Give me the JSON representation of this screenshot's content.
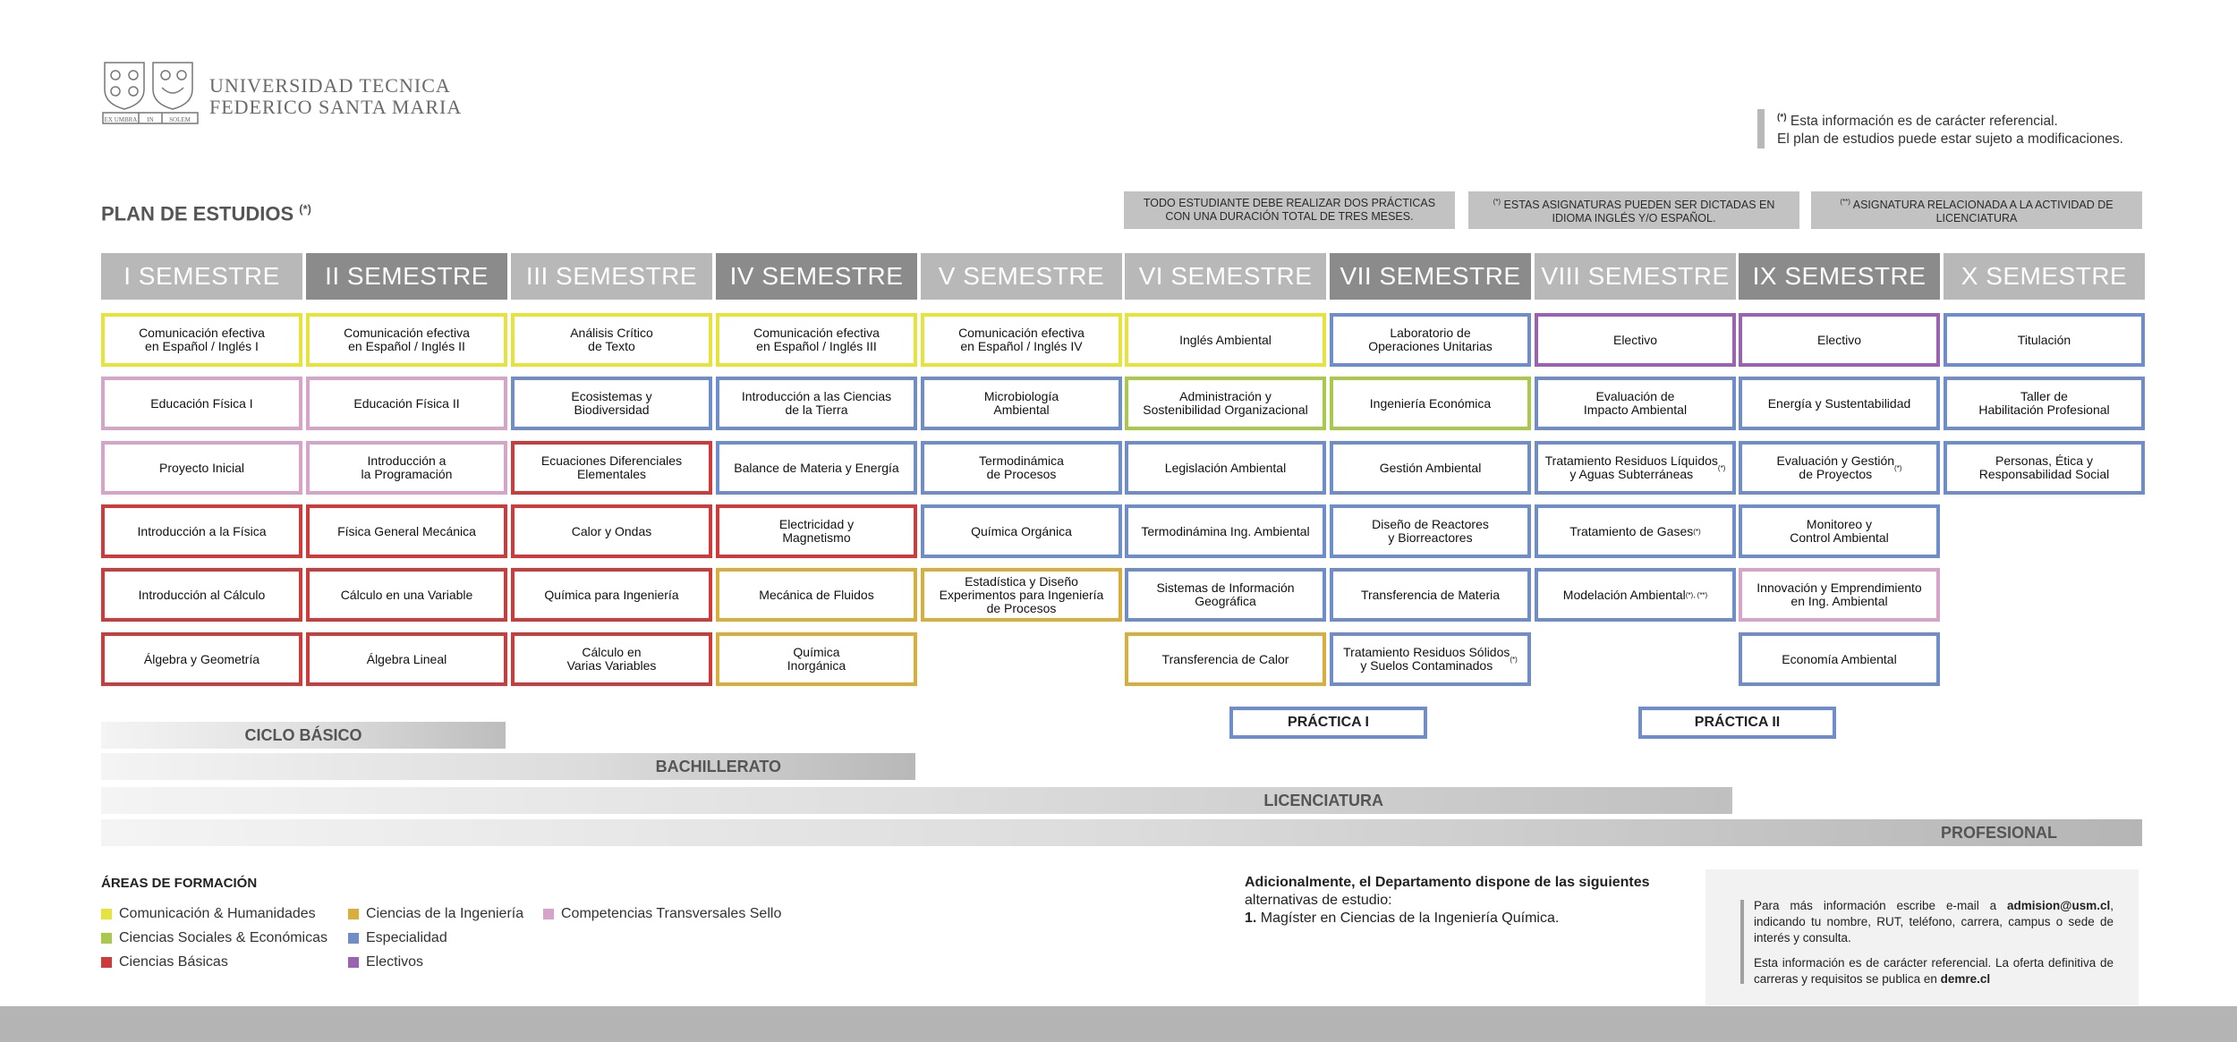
{
  "university": {
    "name_line1": "UNIVERSIDAD TECNICA",
    "name_line2": "FEDERICO SANTA MARIA",
    "logo_motto_left": "EX UMBRA",
    "logo_motto_center": "IN",
    "logo_motto_right": "SOLEM"
  },
  "disclaimer": {
    "mark": "(*)",
    "line1": "Esta información es de carácter referencial.",
    "line2": "El plan de estudios puede estar sujeto a modificaciones."
  },
  "plan_title": "PLAN DE ESTUDIOS",
  "plan_title_mark": "(*)",
  "notes": {
    "practices": "Todo estudiante debe realizar dos prácticas con una duración total de tres meses.",
    "language_mark": "(*)",
    "language": "Estas asignaturas pueden ser dictadas en idioma inglés y/o español.",
    "licentiate_mark": "(**)",
    "licentiate": "Asignatura relacionada a la actividad de licenciatura"
  },
  "semesters": [
    "I SEMESTRE",
    "II SEMESTRE",
    "III SEMESTRE",
    "IV SEMESTRE",
    "V SEMESTRE",
    "VI SEMESTRE",
    "VII SEMESTRE",
    "VIII SEMESTRE",
    "IX SEMESTRE",
    "X SEMESTRE"
  ],
  "courses": {
    "s1": [
      {
        "name": "Comunicación efectiva\nen Español / Inglés I",
        "area": "yellow"
      },
      {
        "name": "Educación Física I",
        "area": "pink"
      },
      {
        "name": "Proyecto Inicial",
        "area": "pink"
      },
      {
        "name": "Introducción a la Física",
        "area": "red"
      },
      {
        "name": "Introducción al Cálculo",
        "area": "red"
      },
      {
        "name": "Álgebra y Geometría",
        "area": "red"
      }
    ],
    "s2": [
      {
        "name": "Comunicación efectiva\nen Español / Inglés II",
        "area": "yellow"
      },
      {
        "name": "Educación Física II",
        "area": "pink"
      },
      {
        "name": "Introducción a\nla Programación",
        "area": "pink"
      },
      {
        "name": "Física General Mecánica",
        "area": "red"
      },
      {
        "name": "Cálculo en una Variable",
        "area": "red"
      },
      {
        "name": "Álgebra Lineal",
        "area": "red"
      }
    ],
    "s3": [
      {
        "name": "Análisis Crítico\nde Texto",
        "area": "yellow"
      },
      {
        "name": "Ecosistemas y\nBiodiversidad",
        "area": "blue"
      },
      {
        "name": "Ecuaciones Diferenciales\nElementales",
        "area": "red"
      },
      {
        "name": "Calor y Ondas",
        "area": "red"
      },
      {
        "name": "Química para Ingeniería",
        "area": "red"
      },
      {
        "name": "Cálculo en\nVarias Variables",
        "area": "red"
      }
    ],
    "s4": [
      {
        "name": "Comunicación efectiva\nen Español / Inglés III",
        "area": "yellow"
      },
      {
        "name": "Introducción a las Ciencias\nde la Tierra",
        "area": "blue"
      },
      {
        "name": "Balance de Materia y Energía",
        "area": "blue"
      },
      {
        "name": "Electricidad y\nMagnetismo",
        "area": "red"
      },
      {
        "name": "Mecánica de Fluidos",
        "area": "orange"
      },
      {
        "name": "Química\nInorgánica",
        "area": "orange"
      }
    ],
    "s5": [
      {
        "name": "Comunicación efectiva\nen Español / Inglés IV",
        "area": "yellow"
      },
      {
        "name": "Microbiología\nAmbiental",
        "area": "blue"
      },
      {
        "name": "Termodinámica\nde Procesos",
        "area": "blue"
      },
      {
        "name": "Química Orgánica",
        "area": "blue"
      },
      {
        "name": "Estadística y Diseño\nExperimentos para Ingeniería\nde Procesos",
        "area": "orange"
      }
    ],
    "s6": [
      {
        "name": "Inglés Ambiental",
        "area": "yellow"
      },
      {
        "name": "Administración y\nSostenibilidad Organizacional",
        "area": "green"
      },
      {
        "name": "Legislación Ambiental",
        "area": "blue"
      },
      {
        "name": "Termodinámina Ing. Ambiental",
        "area": "blue"
      },
      {
        "name": "Sistemas de Información\nGeográfica",
        "area": "blue"
      },
      {
        "name": "Transferencia de Calor",
        "area": "orange"
      }
    ],
    "s7": [
      {
        "name": "Laboratorio de\nOperaciones Unitarias",
        "area": "blue"
      },
      {
        "name": "Ingeniería Económica",
        "area": "green"
      },
      {
        "name": "Gestión Ambiental",
        "area": "blue"
      },
      {
        "name": "Diseño de Reactores\ny Biorreactores",
        "area": "blue"
      },
      {
        "name": "Transferencia de Materia",
        "area": "blue"
      },
      {
        "name": "Tratamiento Residuos Sólidos\ny Suelos Contaminados",
        "area": "blue",
        "mark": "(*)"
      }
    ],
    "s8": [
      {
        "name": "Electivo",
        "area": "purple"
      },
      {
        "name": "Evaluación de\nImpacto Ambiental",
        "area": "blue"
      },
      {
        "name": "Tratamiento Residuos Líquidos\ny Aguas Subterráneas",
        "area": "blue",
        "mark": "(*)"
      },
      {
        "name": "Tratamiento de Gases",
        "area": "blue",
        "mark": "(*)"
      },
      {
        "name": "Modelación Ambiental",
        "area": "blue",
        "mark": "(*), (**)"
      }
    ],
    "s9": [
      {
        "name": "Electivo",
        "area": "purple"
      },
      {
        "name": "Energía y Sustentabilidad",
        "area": "blue"
      },
      {
        "name": "Evaluación y Gestión\nde Proyectos",
        "area": "blue",
        "mark": "(*)"
      },
      {
        "name": "Monitoreo y\nControl Ambiental",
        "area": "blue"
      },
      {
        "name": "Innovación y Emprendimiento\nen Ing. Ambiental",
        "area": "pink"
      },
      {
        "name": "Economía Ambiental",
        "area": "blue"
      }
    ],
    "s10": [
      {
        "name": "Titulación",
        "area": "blue"
      },
      {
        "name": "Taller de\nHabilitación Profesional",
        "area": "blue"
      },
      {
        "name": "Personas, Ética y\nResponsabilidad Social",
        "area": "blue"
      }
    ]
  },
  "practices": [
    "PRÁCTICA I",
    "PRÁCTICA II"
  ],
  "cycles": {
    "basico": "CICLO BÁSICO",
    "bachillerato": "BACHILLERATO",
    "licenciatura": "LICENCIATURA",
    "profesional": "PROFESIONAL"
  },
  "areas": {
    "title": "ÁREAS DE FORMACIÓN",
    "items": [
      {
        "label": "Comunicación & Humanidades",
        "color": "#e5e33c"
      },
      {
        "label": "Ciencias Sociales & Económicas",
        "color": "#a9c94b"
      },
      {
        "label": "Ciencias Básicas",
        "color": "#cf3b3b"
      },
      {
        "label": "Ciencias de la Ingeniería",
        "color": "#d9ae3a"
      },
      {
        "label": "Especialidad",
        "color": "#6f8ccb"
      },
      {
        "label": "Electivos",
        "color": "#9a62b1"
      },
      {
        "label": "Competencias Transversales Sello",
        "color": "#d7a3c9"
      }
    ]
  },
  "additional": {
    "line1": "Adicionalmente, el Departamento dispone de las siguientes",
    "line2": "alternativas de estudio:",
    "item_number": "1.",
    "item_text": "Magíster en Ciencias de la Ingeniería Química."
  },
  "contact": {
    "p1_before": "Para más información escribe e-mail a ",
    "email": "admision@usm.cl",
    "p1_after": ", indicando tu nombre, RUT, teléfono, carrera, campus o sede de interés y consulta.",
    "p2_before": "Esta información es de carácter referencial. La oferta definitiva de carreras y requisitos se publica en ",
    "site": "demre.cl"
  },
  "colors": {
    "yellow": "#e5e33c",
    "pink": "#d7a3c9",
    "red": "#cf3b3b",
    "blue": "#6f8ccb",
    "green": "#a9c94b",
    "orange": "#d9ae3a",
    "purple": "#9a62b1"
  }
}
